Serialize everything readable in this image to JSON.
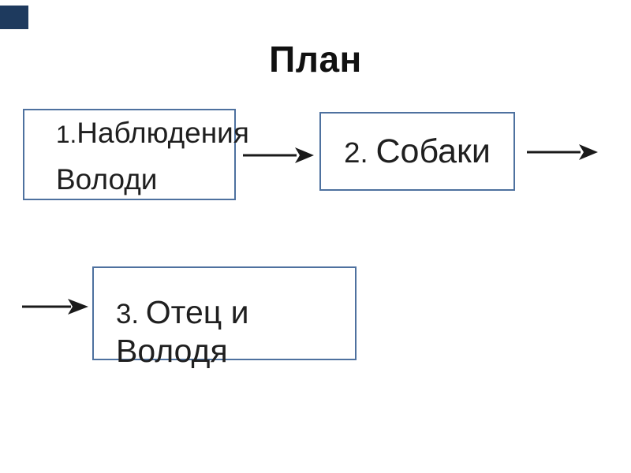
{
  "diagram": {
    "title": "План",
    "nodes": [
      {
        "id": "node-1",
        "number": "1.",
        "line1": "Наблюдения",
        "line2": "Володи"
      },
      {
        "id": "node-2",
        "number": "2.",
        "line1": "Собаки"
      },
      {
        "id": "node-3",
        "number": "3.",
        "line1": "Отец и",
        "line2": "Володя"
      }
    ],
    "edges": [
      {
        "from": "node-1",
        "to": "node-2",
        "style": "solid-arrow"
      },
      {
        "from": "node-2",
        "to": "off-slide-right",
        "style": "solid-arrow"
      },
      {
        "from": "off-slide-left",
        "to": "node-3",
        "style": "solid-arrow"
      }
    ],
    "colors": {
      "background": "#ffffff",
      "box_border": "#4e719f",
      "text": "#1f1f1f",
      "title": "#111111",
      "arrow": "#1a1a1a",
      "corner_accent": "#1e3a5e"
    }
  }
}
